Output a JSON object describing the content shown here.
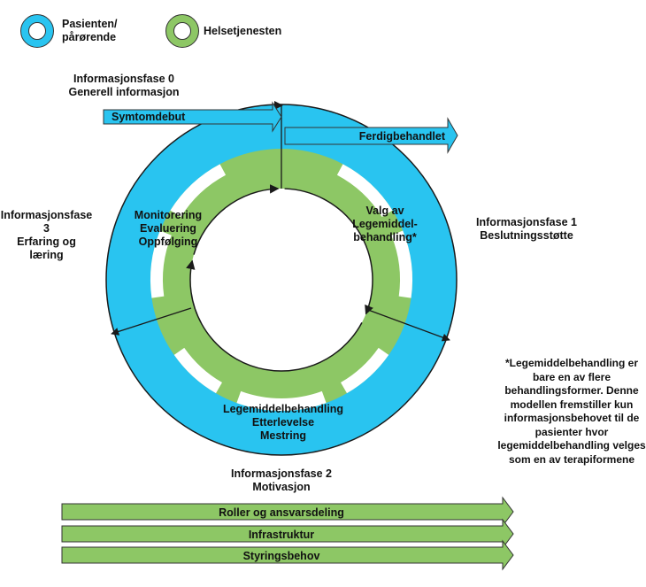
{
  "colors": {
    "patient_blue": "#29C4F0",
    "health_green": "#8DC765",
    "outline": "#1a1a1a",
    "gap": "#ffffff"
  },
  "legend": [
    {
      "label": "Pasienten/\npårørende",
      "icon": "blue-ring-icon"
    },
    {
      "label": "Helsetjenesten",
      "icon": "green-ring-icon"
    }
  ],
  "phases": {
    "phase0": "Informasjonsfase 0\nGenerell informasjon",
    "phase1": "Informasjonsfase 1\nBeslutningsstøtte",
    "phase2": "Informasjonsfase 2\nMotivasjon",
    "phase3": "Informasjonsfase 3\nErfaring og\nlæring"
  },
  "ring_labels": {
    "top_right": "Valg av\nLegemiddel-\nbehandling*",
    "left": "Monitorering\nEvaluering\nOppfølging",
    "bottom": "Legemiddelbehandling\nEtterlevelse\nMestring"
  },
  "arrows": {
    "start": "Symtomdebut",
    "end": "Ferdigbehandlet"
  },
  "footnote": "*Legemiddelbehandling er\nbare en av flere\nbehandlingsformer. Denne\nmodellen fremstiller kun\ninformasjonsbehovet til de\npasienter hvor\nlegemiddelbehandling velges\nsom en av terapiformene",
  "bottom_bars": [
    "Roller og ansvarsdeling",
    "Infrastruktur",
    "Styringsbehov"
  ]
}
